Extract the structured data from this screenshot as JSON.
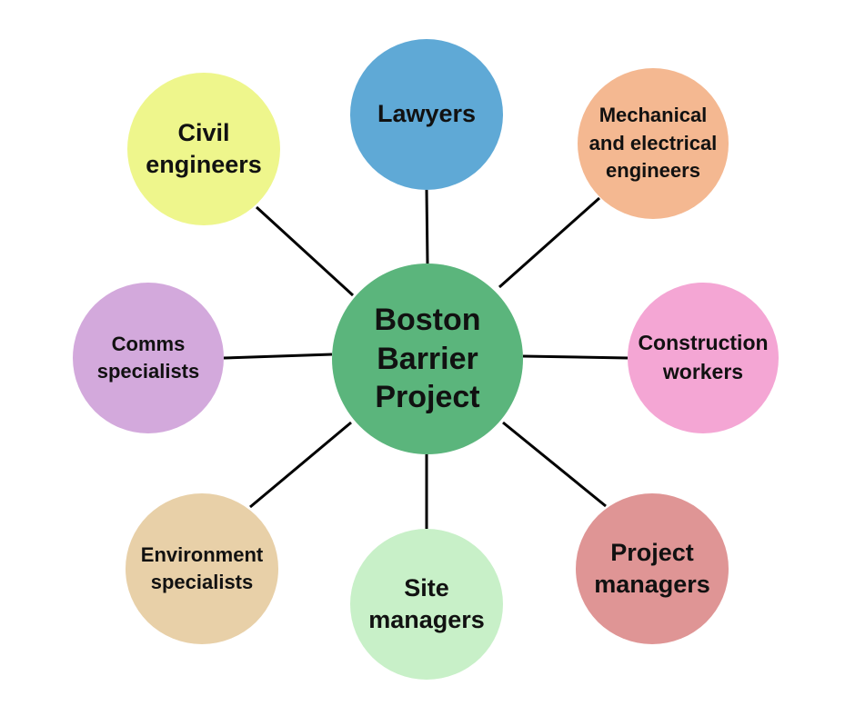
{
  "center": {
    "label": "Boston\nBarrier\nProject",
    "color": "#5bb57c"
  },
  "stakeholders": [
    {
      "id": "lawyers",
      "label": "Lawyers",
      "color": "#5fa9d6"
    },
    {
      "id": "mech",
      "label": "Mechanical\nand electrical\nengineers",
      "color": "#f4b891"
    },
    {
      "id": "construction",
      "label": "Construction\nworkers",
      "color": "#f4a6d4"
    },
    {
      "id": "pm",
      "label": "Project\nmanagers",
      "color": "#df9595"
    },
    {
      "id": "site",
      "label": "Site\nmanagers",
      "color": "#c8f0c8"
    },
    {
      "id": "env",
      "label": "Environment\nspecialists",
      "color": "#e8d0a8"
    },
    {
      "id": "comms",
      "label": "Comms\nspecialists",
      "color": "#d3a9dc"
    },
    {
      "id": "civil",
      "label": "Civil\nengineers",
      "color": "#eef68c"
    }
  ]
}
